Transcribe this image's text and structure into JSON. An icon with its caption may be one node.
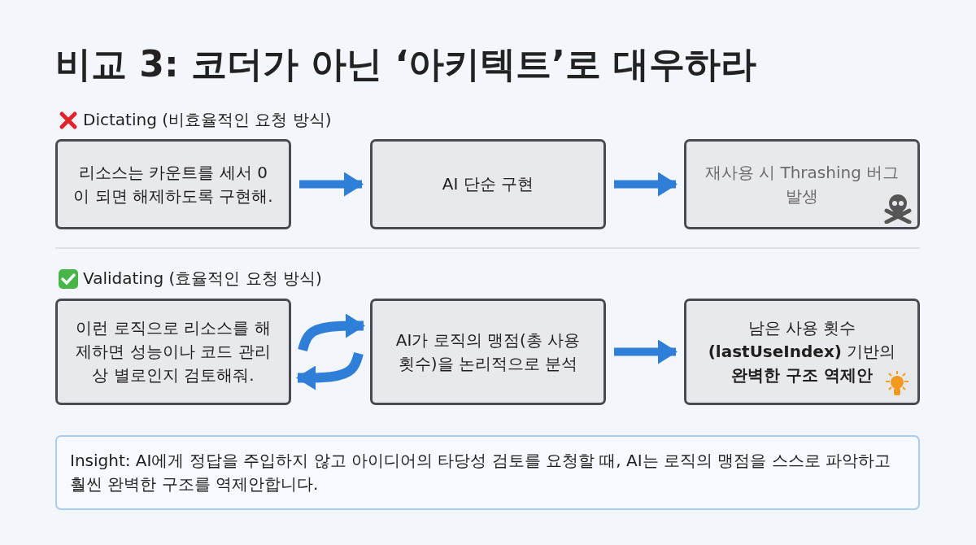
{
  "diagram": {
    "title": "비교 3: 코더가 아닌 ‘아키텍트’로 대우하라",
    "nodes": [
      {
        "text": [
          "리소스는 카운트를 세서 0 이 되면 해제하도록 구현해."
        ]
      },
      {
        "text": [
          "AI 단순 구현"
        ]
      },
      {
        "text": [
          "재사용 시 Thrashing 버그 발생"
        ]
      },
      {
        "text": [
          "이런 로직으로 리소스를 해제하면 성능이나 코드 관리상 별로인지 검토해줘."
        ]
      },
      {
        "text": [
          "AI가 로직의 맹점(총 사용 횟수)을 논리적으로 분석"
        ]
      },
      {
        "text": [
          "남은 사용 횟수**(lastUseIndex)** 기반의 **완벽한 구조 역제안**"
        ]
      },
      {
        "text": [
          "Insight: AI에게 정답을 주입하지 않고 아이디어의 타당성 검토를 요청할 때, AI는 로직의 맹점을 스스로 파악하고 훨씬 완벽한 구조를 역제안합니다."
        ]
      }
    ],
    "edges": [
      {
        "from": 0,
        "to": 1,
        "arrow": "to"
      },
      {
        "from": 1,
        "to": 2,
        "arrow": "to"
      },
      {
        "from": 3,
        "to": 4,
        "arrow": "to"
      },
      {
        "from": 4,
        "to": 3,
        "arrow": "to"
      },
      {
        "from": 4,
        "to": 5,
        "arrow": "to"
      }
    ],
    "labels": [
      "Dictating (비효율적인 요청 방식)",
      "Validating (효율적인 요청 방식)"
    ]
  }
}
